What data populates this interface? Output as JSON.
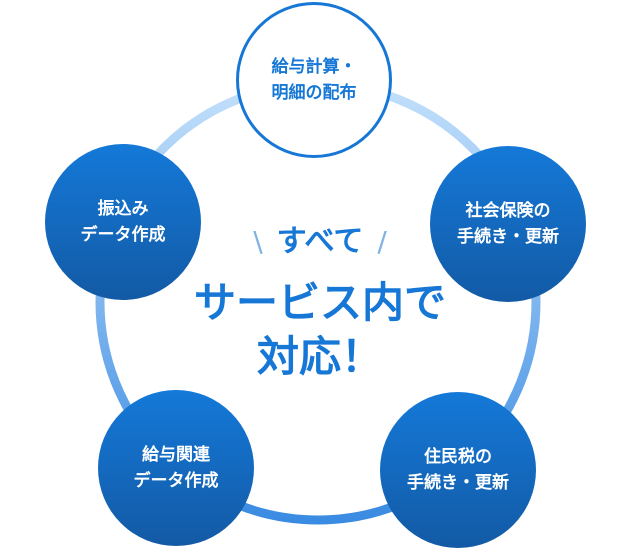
{
  "colors": {
    "accent": "#1677d6",
    "ring_top": "#b9dafa",
    "ring_bottom": "#3d8fe4",
    "node_top": "#1479d8",
    "node_bottom": "#135aa5"
  },
  "center": {
    "lead": "すべて",
    "lead_left_mark": "\\",
    "lead_right_mark": "/",
    "headline_line1": "サービス内で",
    "headline_line2": "対応！"
  },
  "nodes": [
    {
      "line1": "給与計算・",
      "line2": "明細の配布"
    },
    {
      "line1": "社会保険の",
      "line2": "手続き・更新"
    },
    {
      "line1": "住民税の",
      "line2": "手続き・更新"
    },
    {
      "line1": "給与関連",
      "line2": "データ作成"
    },
    {
      "line1": "振込み",
      "line2": "データ作成"
    }
  ]
}
